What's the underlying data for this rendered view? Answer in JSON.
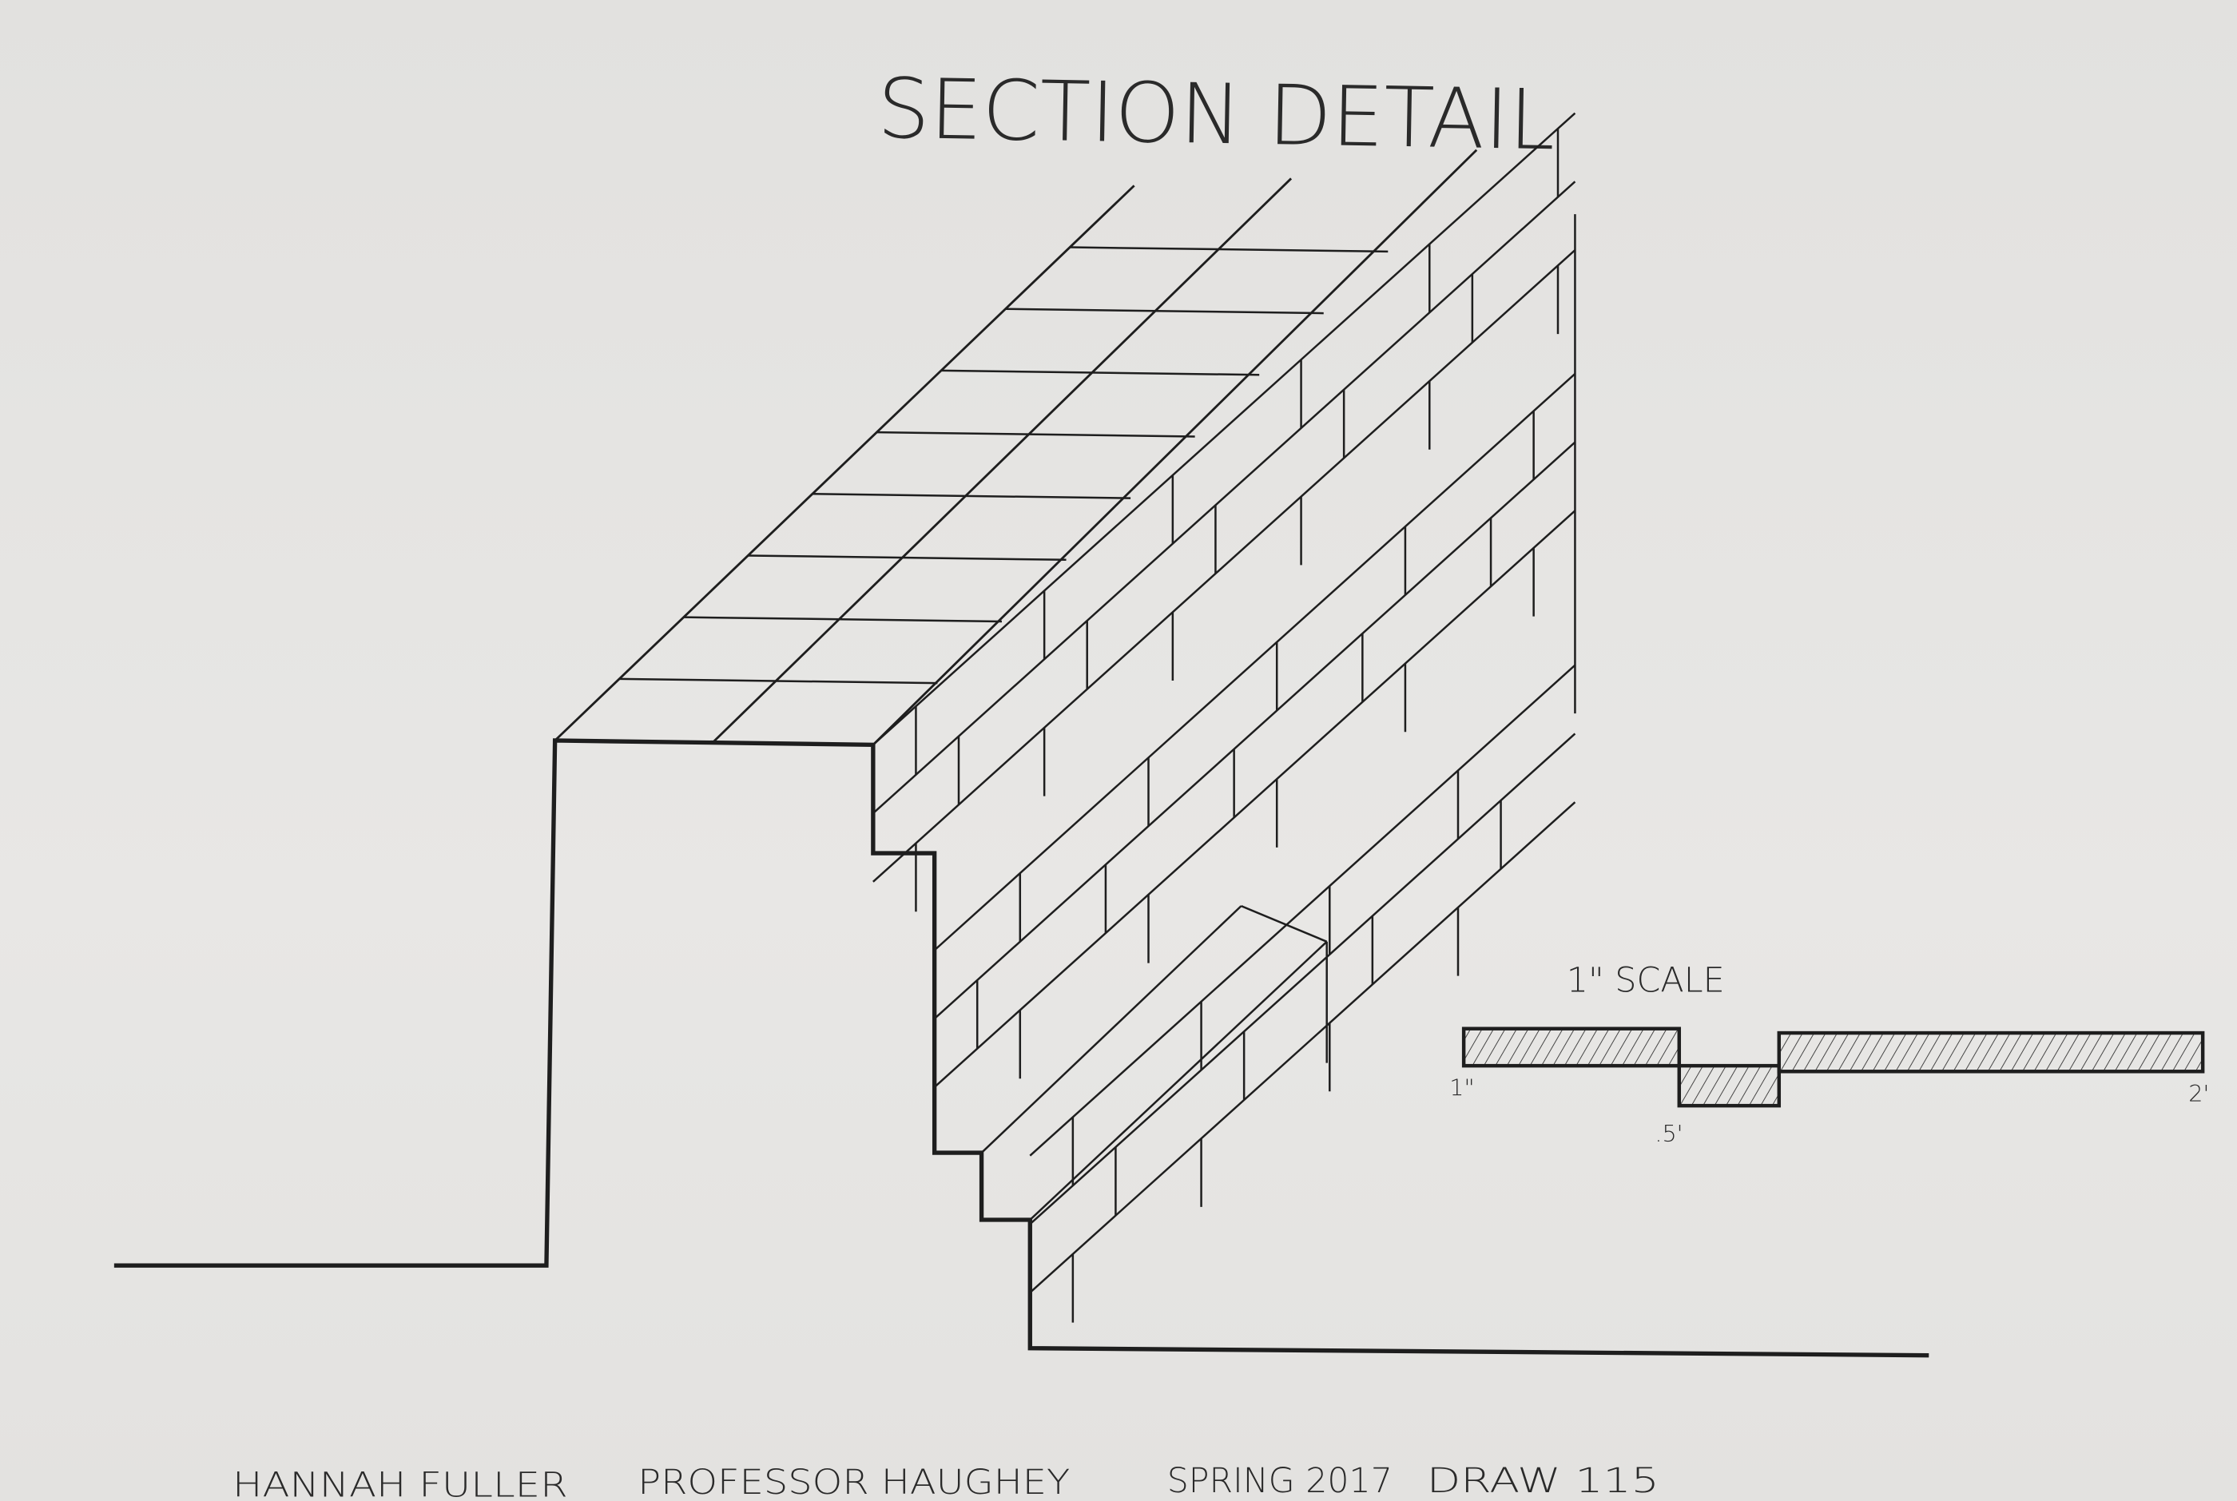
{
  "title": "SECTION DETAIL",
  "scale": {
    "heading": "1\" SCALE",
    "labels": [
      "1\"",
      ".5'",
      "2'"
    ]
  },
  "footer": {
    "student": "HANNAH FULLER",
    "professor": "PROFESSOR HAUGHEY",
    "term": "SPRING 2017",
    "course": "DRAW 115"
  },
  "colors": {
    "ink": "#1e1e1e",
    "paper": "#e4e3e1"
  }
}
